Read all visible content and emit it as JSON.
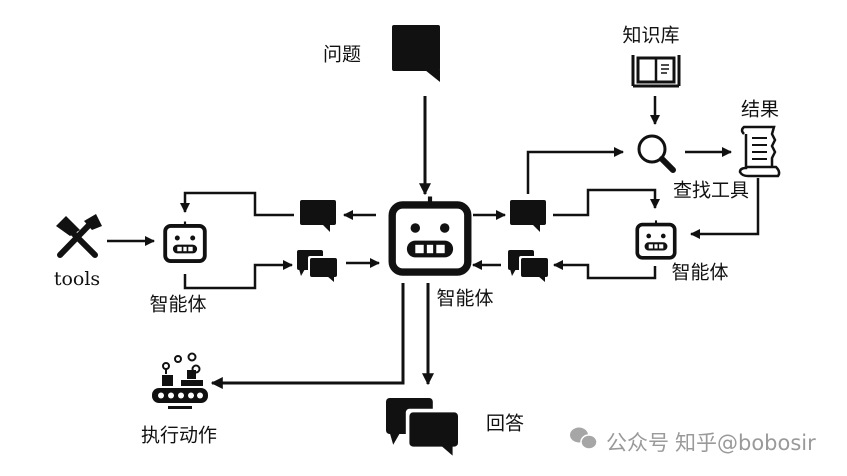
{
  "labels": {
    "question": "问题",
    "knowledge_base": "知识库",
    "result": "结果",
    "search_tool": "查找工具",
    "agent_center": "智能体",
    "agent_left": "智能体",
    "agent_right": "智能体",
    "tools": "tools",
    "execute_action": "执行动作",
    "answer": "回答"
  },
  "watermark": {
    "prefix": "公众号",
    "text": "知乎@bobosir"
  },
  "colors": {
    "ink": "#111111",
    "watermark": "#9a9a9a"
  }
}
